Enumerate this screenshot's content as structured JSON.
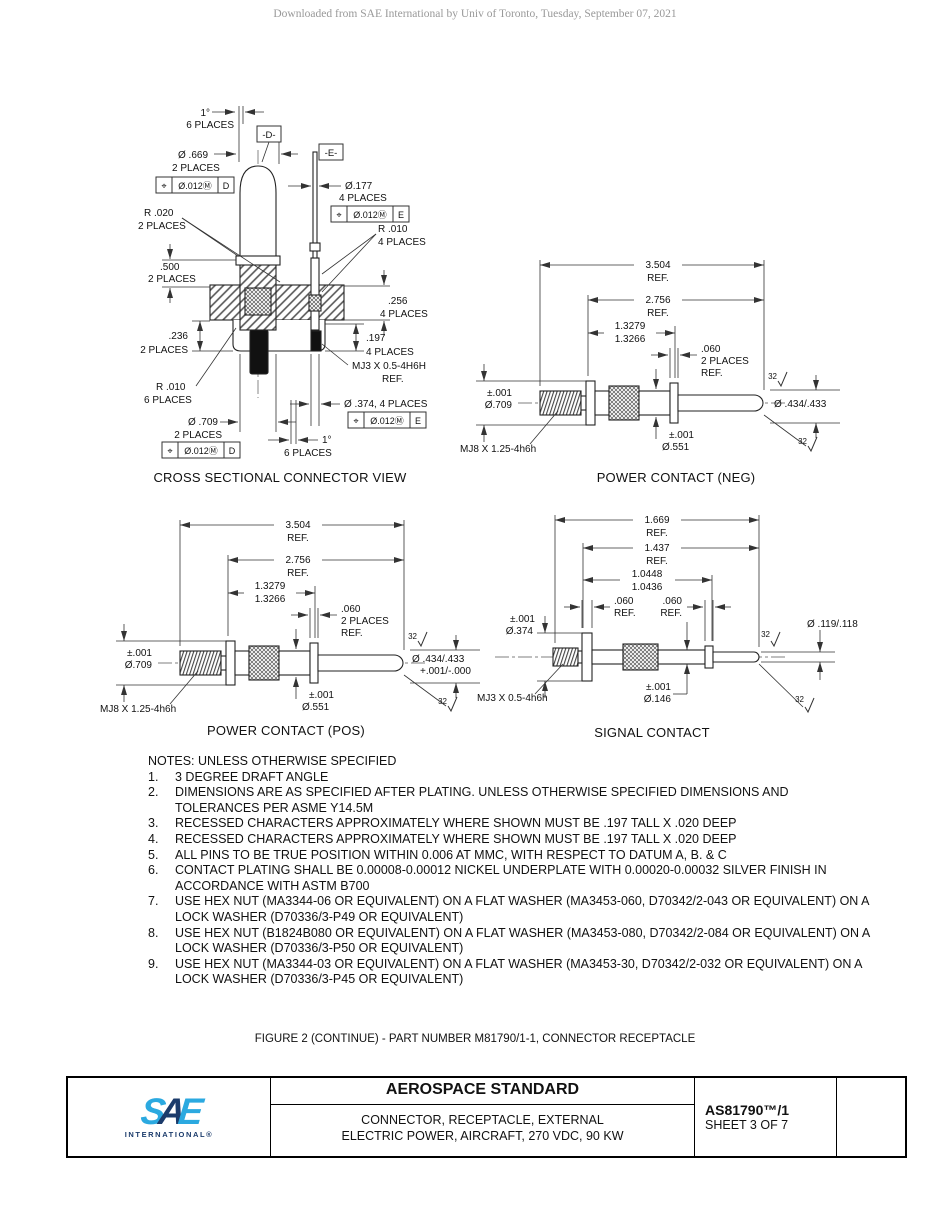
{
  "page": {
    "header": "Downloaded from SAE International by Univ of Toronto, Tuesday, September 07, 2021",
    "figure_caption": "FIGURE 2 (CONTINUE) - PART NUMBER M81790/1-1, CONNECTOR RECEPTACLE"
  },
  "colors": {
    "sae_light_blue": "#2BA9E0",
    "sae_navy": "#1B3B6B",
    "drawing_line": "#222222",
    "header_gray": "#999999"
  },
  "fcf": {
    "sym": "⌖",
    "tol": "Ø.012Ⓜ",
    "datum_d": "D",
    "datum_e": "E"
  },
  "cross_section": {
    "title": "CROSS SECTIONAL CONNECTOR VIEW",
    "datum_d": "-D-",
    "datum_e": "-E-",
    "angle_top": "1°",
    "angle_top_places": "6 PLACES",
    "dia_669": "Ø .669",
    "dia_669_places": "2 PLACES",
    "r_020": "R .020",
    "r_020_places": "2 PLACES",
    "dim_500": ".500",
    "dim_500_places": "2 PLACES",
    "dia_177": "Ø.177",
    "dia_177_places": "4 PLACES",
    "r_010_4": "R .010",
    "r_010_4_places": "4 PLACES",
    "dim_256": ".256",
    "dim_256_places": "4 PLACES",
    "dim_236": ".236",
    "dim_236_places": "2 PLACES",
    "dim_197": ".197",
    "dim_197_places": "4 PLACES",
    "mj3_thread": "MJ3 X 0.5-4H6H",
    "mj3_ref": "REF.",
    "r_010_6": "R .010",
    "r_010_6_places": "6 PLACES",
    "dia_709": "Ø .709",
    "dia_709_places": "2 PLACES",
    "dia_374": "Ø .374, 4 PLACES",
    "angle_bottom": "1°",
    "angle_bottom_places": "6 PLACES"
  },
  "power_neg": {
    "title": "POWER CONTACT (NEG)",
    "len_overall": "3.504",
    "len_overall_ref": "REF.",
    "len_mid": "2.756",
    "len_mid_ref": "REF.",
    "len_tol_hi": "1.3279",
    "len_tol_lo": "1.3266",
    "gap": ".060",
    "gap_places": "2 PLACES",
    "gap_ref": "REF.",
    "left_tol": "±.001",
    "left_dia": "Ø.709",
    "thread": "MJ8 X 1.25-4h6h",
    "mid_tol": "±.001",
    "mid_dia": "Ø.551",
    "end_dia": "Ø .434/.433",
    "finish": "32"
  },
  "power_pos": {
    "title": "POWER CONTACT (POS)",
    "len_overall": "3.504",
    "len_overall_ref": "REF.",
    "len_mid": "2.756",
    "len_mid_ref": "REF.",
    "len_tol_hi": "1.3279",
    "len_tol_lo": "1.3266",
    "gap": ".060",
    "gap_places": "2 PLACES",
    "gap_ref": "REF.",
    "left_tol": "±.001",
    "left_dia": "Ø.709",
    "thread": "MJ8 X 1.25-4h6h",
    "mid_tol": "±.001",
    "mid_dia": "Ø.551",
    "end_dia": "Ø .434/.433",
    "end_tol": "+.001/-.000",
    "finish": "32"
  },
  "signal": {
    "title": "SIGNAL CONTACT",
    "len_overall": "1.669",
    "len_overall_ref": "REF.",
    "len_mid": "1.437",
    "len_mid_ref": "REF.",
    "len_tol_hi": "1.0448",
    "len_tol_lo": "1.0436",
    "gap1": ".060",
    "gap1_ref": "REF.",
    "gap2": ".060",
    "gap2_ref": "REF.",
    "left_tol": "±.001",
    "left_dia": "Ø.374",
    "thread": "MJ3 X 0.5-4h6h",
    "mid_tol": "±.001",
    "mid_dia": "Ø.146",
    "end_dia": "Ø .119/.118",
    "finish": "32"
  },
  "notes": {
    "heading": "NOTES: UNLESS OTHERWISE SPECIFIED",
    "items": [
      {
        "num": "1.",
        "text": "3 DEGREE DRAFT ANGLE"
      },
      {
        "num": "2.",
        "text": "DIMENSIONS ARE AS SPECIFIED AFTER PLATING. UNLESS OTHERWISE SPECIFIED DIMENSIONS AND TOLERANCES PER ASME Y14.5M"
      },
      {
        "num": "3.",
        "text": "RECESSED CHARACTERS APPROXIMATELY WHERE SHOWN MUST BE .197 TALL X .020 DEEP"
      },
      {
        "num": "4.",
        "text": "RECESSED CHARACTERS APPROXIMATELY WHERE SHOWN MUST BE .197 TALL X .020 DEEP"
      },
      {
        "num": "5.",
        "text": "ALL PINS TO BE TRUE POSITION WITHIN 0.006 AT MMC, WITH RESPECT TO DATUM A, B. & C"
      },
      {
        "num": "6.",
        "text": "CONTACT PLATING SHALL BE 0.00008-0.00012 NICKEL UNDERPLATE WITH 0.00020-0.00032 SILVER FINISH IN ACCORDANCE WITH ASTM B700"
      },
      {
        "num": "7.",
        "text": "USE HEX NUT (MA3344-06 OR EQUIVALENT) ON A FLAT WASHER (MA3453-060, D70342/2-043 OR EQUIVALENT) ON A LOCK WASHER (D70336/3-P49 OR EQUIVALENT)"
      },
      {
        "num": "8.",
        "text": "USE HEX NUT (B1824B080 OR EQUIVALENT) ON A FLAT WASHER (MA3453-080, D70342/2-084 OR EQUIVALENT) ON A LOCK WASHER (D70336/3-P50 OR EQUIVALENT)"
      },
      {
        "num": "9.",
        "text": "USE HEX NUT (MA3344-03 OR EQUIVALENT) ON A FLAT WASHER (MA3453-30, D70342/2-032 OR EQUIVALENT) ON A LOCK WASHER (D70336/3-P45 OR EQUIVALENT)"
      }
    ]
  },
  "title_block": {
    "logo_s": "S",
    "logo_a": "A",
    "logo_e": "E",
    "logo_sub": "INTERNATIONAL®",
    "heading": "AEROSPACE STANDARD",
    "subtitle_line1": "CONNECTOR, RECEPTACLE, EXTERNAL",
    "subtitle_line2": "ELECTRIC POWER, AIRCRAFT, 270 VDC, 90 KW",
    "doc_number": "AS81790™/1",
    "sheet": "SHEET 3 OF 7"
  }
}
